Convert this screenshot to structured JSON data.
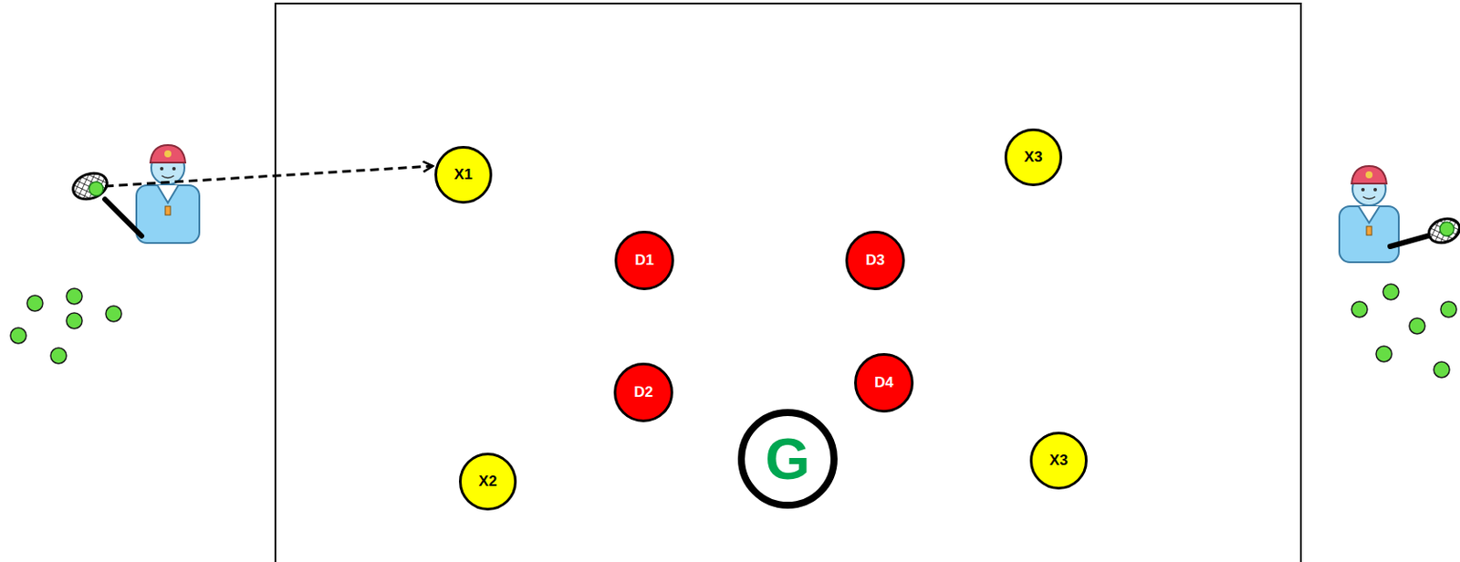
{
  "diagram": {
    "nodes": [
      {
        "text": [
          "X1"
        ]
      },
      {
        "text": [
          "X3"
        ]
      },
      {
        "text": [
          "D1"
        ]
      },
      {
        "text": [
          "D3"
        ]
      },
      {
        "text": [
          "D2"
        ]
      },
      {
        "text": [
          "D4"
        ]
      },
      {
        "text": [
          "G"
        ]
      },
      {
        "text": [
          "X2"
        ]
      },
      {
        "text": [
          "X3"
        ]
      }
    ]
  }
}
